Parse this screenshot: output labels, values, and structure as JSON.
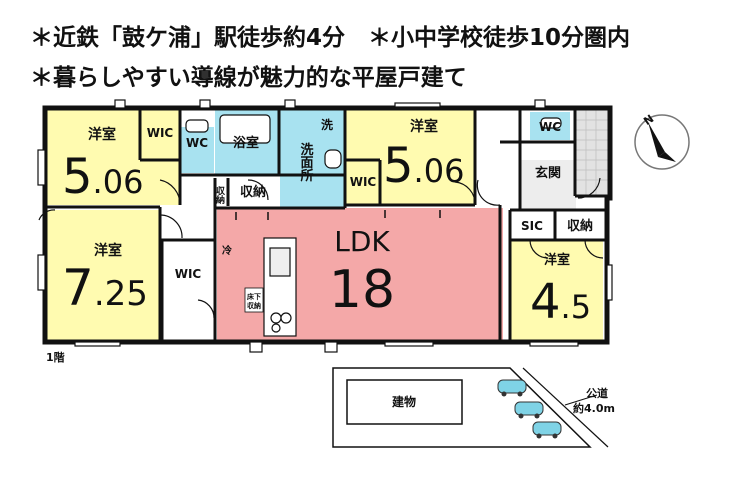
{
  "headlines": {
    "line1": "＊近鉄「鼓ケ浦」駅徒歩約4分　＊小中学校徒歩10分圏内",
    "line2": "＊暮らしやすい導線が魅力的な平屋戸建て"
  },
  "floor": {
    "label": "1階",
    "rooms": {
      "western_top_left": {
        "name": "洋室",
        "size_int": "5",
        "size_dec": ".06"
      },
      "western_top_mid": {
        "name": "洋室",
        "size_int": "5",
        "size_dec": ".06"
      },
      "western_bottom_left": {
        "name": "洋室",
        "size_int": "7",
        "size_dec": ".25"
      },
      "western_bottom_right": {
        "name": "洋室",
        "size_int": "4",
        "size_dec": ".5"
      },
      "ldk": {
        "name": "LDK",
        "size": "18"
      },
      "bath": "浴室",
      "washroom": "洗面所",
      "wash_machine": "洗",
      "entrance": "玄関",
      "wic_1": "WIC",
      "wic_2": "WIC",
      "wic_3": "WIC",
      "wc_1": "WC",
      "wc_2": "WC",
      "sic": "SIC",
      "storage_1": "収納",
      "storage_2": "収納",
      "storage_3": "収納",
      "floor_storage": "床下収納",
      "fridge": "冷"
    }
  },
  "site": {
    "building": "建物",
    "road_label": "公道",
    "road_width": "約4.0m",
    "compass": "N"
  },
  "colors": {
    "western_room": "#fffbb0",
    "ldk": "#f4a8a8",
    "water": "#a8e2f0",
    "wall": "#111111",
    "car": "#7fd3e6"
  }
}
